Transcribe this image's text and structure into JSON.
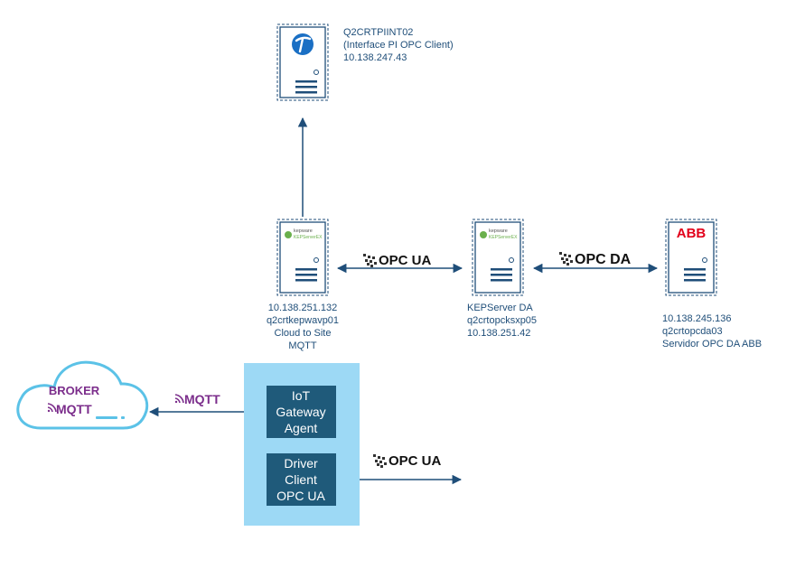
{
  "pi_server": {
    "hostname": "Q2CRTPIINT02",
    "role": "(Interface PI OPC Client)",
    "ip": "10.138.247.43"
  },
  "kep_cloud": {
    "logo_brand": "kepware",
    "logo_product": "KEPServerEX",
    "ip": "10.138.251.132",
    "hostname": "q2crtkepwavp01",
    "role": "Cloud to Site",
    "protocol": "MQTT"
  },
  "kep_da": {
    "logo_brand": "kepware",
    "logo_product": "KEPServerEX",
    "name": "KEPServer DA",
    "hostname": "q2crtopcksxp05",
    "ip": "10.138.251.42"
  },
  "abb_server": {
    "logo": "ABB",
    "ip": "10.138.245.136",
    "hostname": "q2crtopcda03",
    "role": "Servidor OPC DA ABB"
  },
  "protocols": {
    "opc_ua": "OPC UA",
    "opc_da": "OPC DA",
    "mqtt": "MQTT"
  },
  "broker": {
    "label": "BROKER",
    "protocol": "MQTT"
  },
  "gateway": {
    "iot_box": [
      "IoT",
      "Gateway",
      "Agent"
    ],
    "driver_box": [
      "Driver",
      "Client",
      "OPC UA"
    ]
  },
  "colors": {
    "line": "#1f4e79",
    "server_border": "#1f4e79",
    "gateway_bg": "#9dd9f5",
    "box_bg": "#1f5a7a",
    "cloud_stroke": "#5bc2e7",
    "broker_text": "#7b2d8b",
    "abb_red": "#e2001a"
  }
}
